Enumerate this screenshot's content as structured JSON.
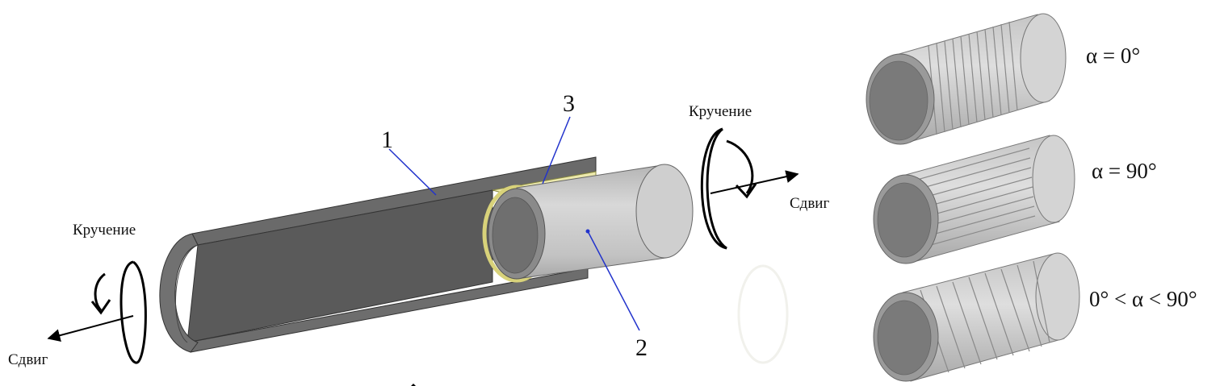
{
  "labels": {
    "part_1": "1",
    "part_2": "2",
    "part_3": "3",
    "torsion_left": "Кручение",
    "shift_left": "Сдвиг",
    "torsion_right": "Кручение",
    "shift_right": "Сдвиг"
  },
  "variants": [
    {
      "label": "α = 0°"
    },
    {
      "label": "α = 90°"
    },
    {
      "label": "0° < α < 90°"
    }
  ],
  "colors": {
    "tube_dark": "#5e5e5e",
    "tube_mid": "#6e6e6e",
    "rod_light": "#c9c9c9",
    "layer_yellow": "#e8e6a8",
    "leader_blue": "#2233cc"
  }
}
